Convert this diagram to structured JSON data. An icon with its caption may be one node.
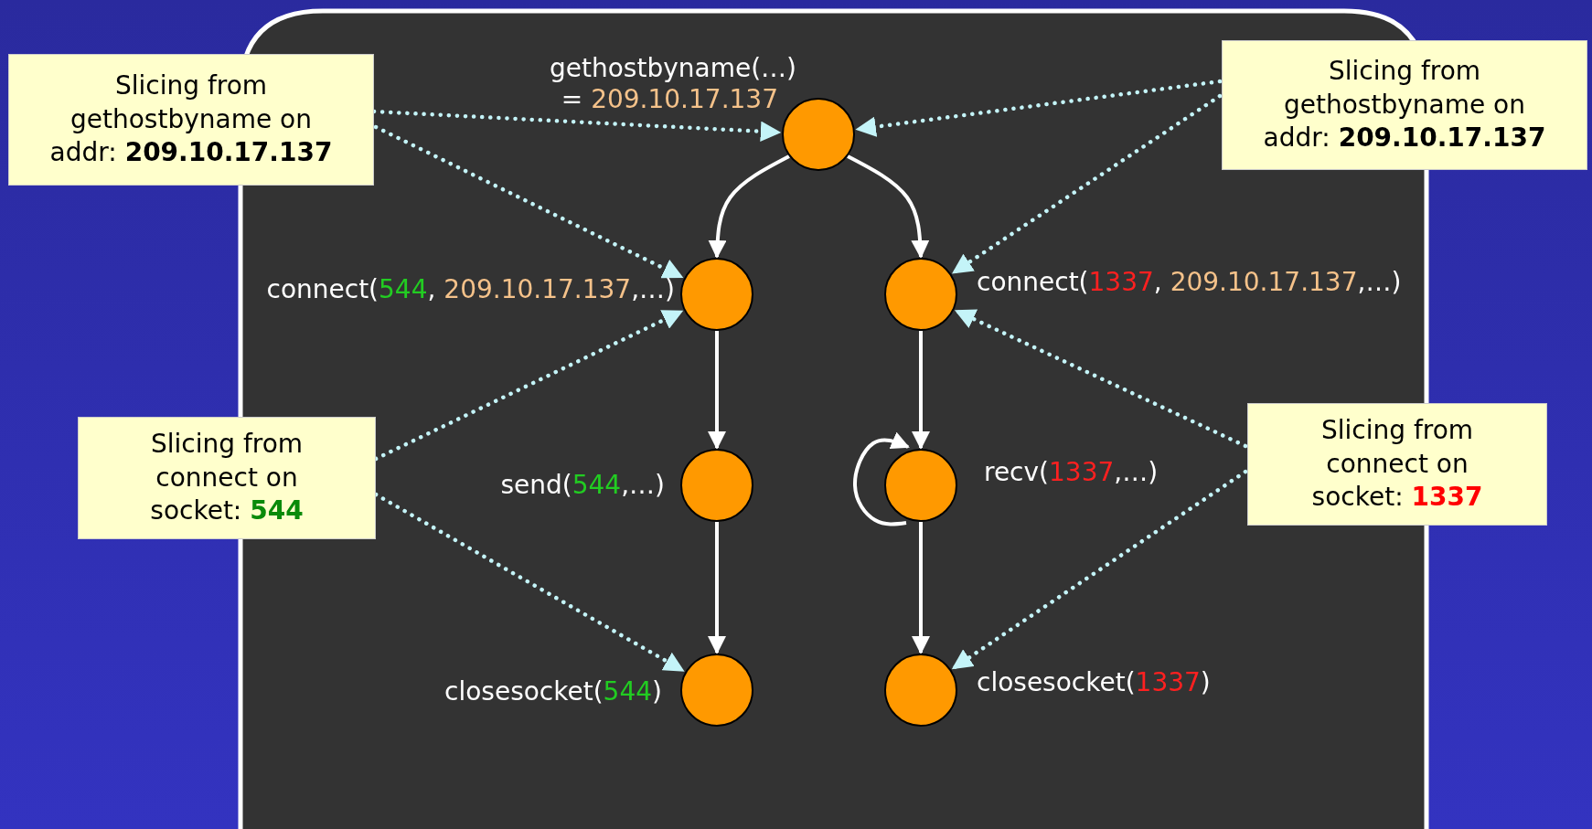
{
  "diagram": {
    "nodes": [
      {
        "text": [
          "Slicing from gethostbyname on addr: **209.10.17.137**"
        ]
      },
      {
        "text": [
          "Slicing from gethostbyname on addr: **209.10.17.137**"
        ]
      },
      {
        "text": [
          "Slicing from connect on socket: **544**"
        ]
      },
      {
        "text": [
          "Slicing from connect on socket: **1337**"
        ]
      },
      {
        "text": [],
        "shape": "circle",
        "beside": [
          "gethostbyname(…) = 209.10.17.137"
        ]
      },
      {
        "text": [],
        "shape": "circle",
        "beside": [
          "connect(544, 209.10.17.137,…)"
        ]
      },
      {
        "text": [],
        "shape": "circle",
        "beside": [
          "connect(1337, 209.10.17.137,…)"
        ]
      },
      {
        "text": [],
        "shape": "circle",
        "beside": [
          "send(544,…)"
        ]
      },
      {
        "text": [],
        "shape": "circle",
        "beside": [
          "recv(1337,…)"
        ]
      },
      {
        "text": [],
        "shape": "circle",
        "beside": [
          "closesocket(544)"
        ]
      },
      {
        "text": [],
        "shape": "circle",
        "beside": [
          "closesocket(1337)"
        ]
      }
    ],
    "edges": [
      {
        "from": 4,
        "to": 5,
        "arrow": "to"
      },
      {
        "from": 4,
        "to": 6,
        "arrow": "to"
      },
      {
        "from": 5,
        "to": 7,
        "arrow": "to"
      },
      {
        "from": 7,
        "to": 9,
        "arrow": "to"
      },
      {
        "from": 6,
        "to": 8,
        "arrow": "to"
      },
      {
        "from": 8,
        "to": 8,
        "arrow": "to"
      },
      {
        "from": 8,
        "to": 10,
        "arrow": "to"
      },
      {
        "from": 0,
        "to": 4,
        "arrow": "to",
        "style": "dashed",
        "color": "#c4f4f8"
      },
      {
        "from": 0,
        "to": 5,
        "arrow": "to",
        "style": "dashed",
        "color": "#c4f4f8"
      },
      {
        "from": 1,
        "to": 4,
        "arrow": "to",
        "style": "dashed",
        "color": "#c4f4f8"
      },
      {
        "from": 1,
        "to": 6,
        "arrow": "to",
        "style": "dashed",
        "color": "#c4f4f8"
      },
      {
        "from": 2,
        "to": 5,
        "arrow": "to",
        "style": "dashed",
        "color": "#c4f4f8"
      },
      {
        "from": 2,
        "to": 9,
        "arrow": "to",
        "style": "dashed",
        "color": "#c4f4f8"
      },
      {
        "from": 3,
        "to": 6,
        "arrow": "to",
        "style": "dashed",
        "color": "#c4f4f8"
      },
      {
        "from": 3,
        "to": 10,
        "arrow": "to",
        "style": "dashed",
        "color": "#c4f4f8"
      }
    ]
  }
}
